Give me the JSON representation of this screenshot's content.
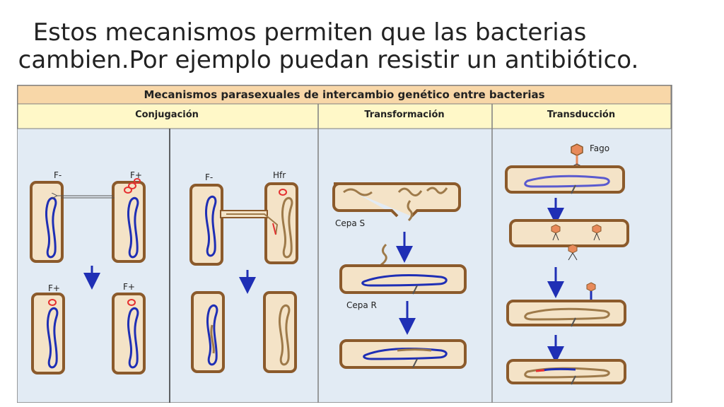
{
  "slide": {
    "title_line1": "Estos mecanismos permiten que las bacterias",
    "title_line2": "cambien.Por ejemplo puedan resistir un antibiótico."
  },
  "figure": {
    "title": "Mecanismos parasexuales de intercambio genético entre bacterias",
    "columns": {
      "conjugation": "Conjugación",
      "transformation": "Transformación",
      "transduction": "Transducción"
    },
    "conjugation_labels": {
      "f_minus": "F-",
      "f_plus": "F+",
      "hfr": "Hfr"
    },
    "transformation_labels": {
      "strain_s": "Cepa S",
      "strain_r": "Cepa R"
    },
    "transduction_labels": {
      "phage": "Fago"
    },
    "colors": {
      "header_bg": "#F8D7A8",
      "subheader_bg": "#FFF8C8",
      "panel_bg": "#E2EBF4",
      "cell_fill": "#F4E3C7",
      "cell_stroke": "#8B5A2B",
      "dna_blue": "#1F2FB5",
      "dna_brown": "#9E7A4A",
      "arrow": "#1F2FB5",
      "plasmid_red": "#E53030"
    }
  }
}
